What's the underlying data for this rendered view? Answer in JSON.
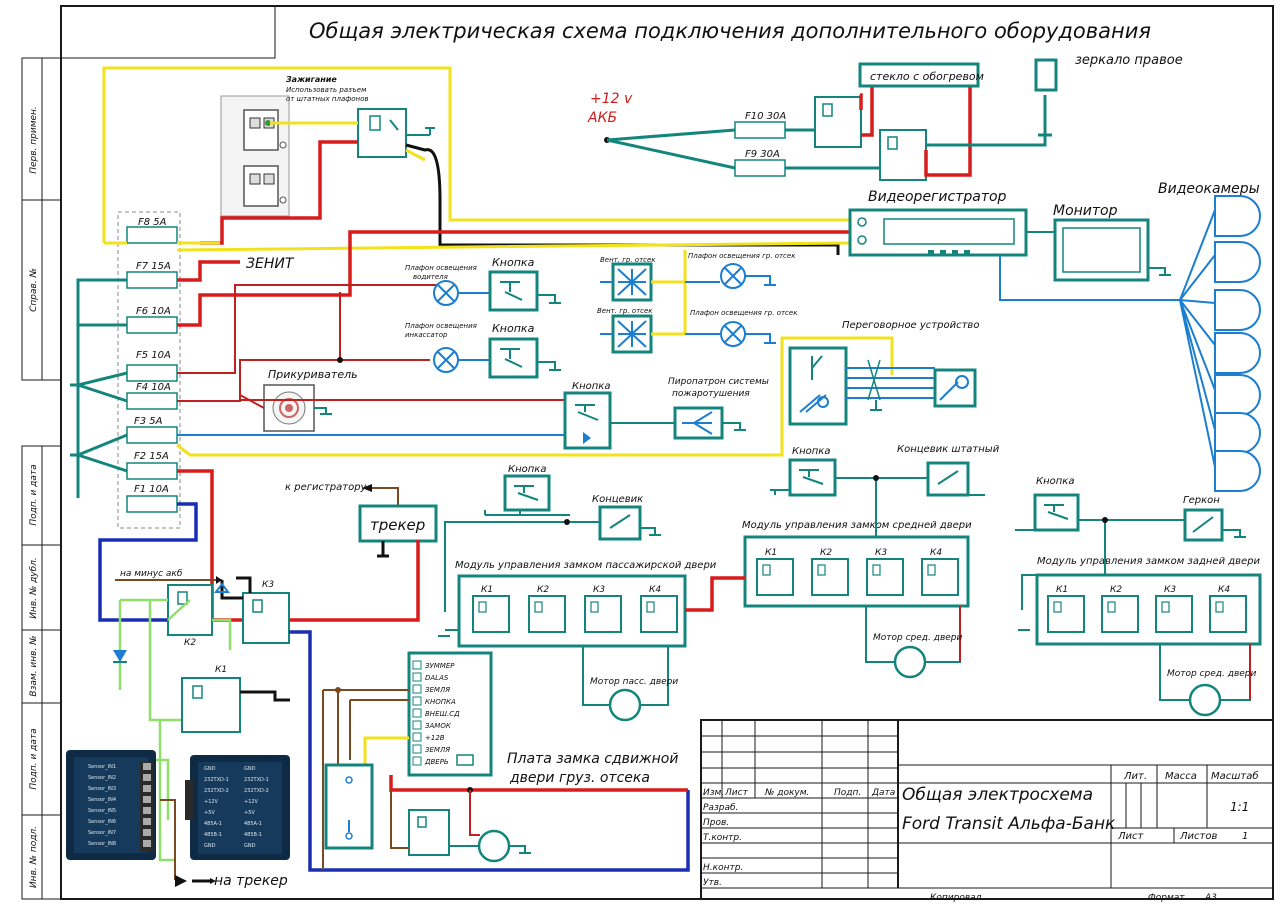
{
  "title": "Общая электрическая схема подключения дополнительного оборудования",
  "side_labels": [
    "Перв. примен.",
    "Справ. №",
    "Подп. и дата",
    "Инв. № дубл.",
    "Взам. инв. №",
    "Подп. и дата",
    "Инв. № подл."
  ],
  "fuses": [
    {
      "id": "F8",
      "label": "F8 5A"
    },
    {
      "id": "F7",
      "label": "F7 15A"
    },
    {
      "id": "F6",
      "label": "F6 10A"
    },
    {
      "id": "F5",
      "label": "F5 10A"
    },
    {
      "id": "F4",
      "label": "F4 10A"
    },
    {
      "id": "F3",
      "label": "F3 5A"
    },
    {
      "id": "F2",
      "label": "F2 15A"
    },
    {
      "id": "F1",
      "label": "F1 10A"
    }
  ],
  "ignition": {
    "title": "Зажигание",
    "subtitle_1": "Использовать разъем",
    "subtitle_2": "от штатных плафонов"
  },
  "zenit": "ЗЕНИТ",
  "battery": {
    "line1": "+12 v",
    "line2": "АКБ"
  },
  "top_fuses": [
    "F10 30A",
    "F9 30A"
  ],
  "heated_glass": "стекло с обогревом",
  "mirror": "зеркало правое",
  "videoreg": "Видеорегистратор",
  "monitor": "Монитор",
  "cameras": "Видеокамеры",
  "lamps": {
    "driver": [
      "Плафон освещения",
      "водителя"
    ],
    "collector": [
      "Плафон освещения",
      "инкассатор"
    ],
    "cargo_1": "Плафон освещения гр. отсек",
    "cargo_2": "Плафон освещения гр. отсек"
  },
  "fans": {
    "fan1": "Вент. гр. отсек",
    "fan2": "Вент. гр. отсек"
  },
  "buttons": {
    "b1": "Кнопка",
    "b2": "Кнопка",
    "b3": "Кнопка",
    "b4": "Кнопка",
    "b5": "Кнопка",
    "b6": "Кнопка"
  },
  "cigarette": "Прикуриватель",
  "pyro": [
    "Пиропатрон системы",
    "пожаротушения"
  ],
  "intercom": "Переговорное устройство",
  "limit_switch": "Концевик",
  "limit_switch_std": "Концевик штатный",
  "reed": "Геркон",
  "to_registrator": "к регистратору",
  "tracker": "трекер",
  "to_minus": "на минус акб",
  "to_tracker": "на трекер",
  "relay_labels": {
    "k2": "К2",
    "k3": "К3",
    "k1": "К1"
  },
  "modules": {
    "pass": "Модуль управления замком пассажирской двери",
    "mid": "Модуль управления замком средней двери",
    "rear": "Модуль управления замком задней двери",
    "relays": [
      "К1",
      "К2",
      "К3",
      "К4"
    ]
  },
  "motors": {
    "pass": "Мотор пасс. двери",
    "mid": "Мотор сред. двери",
    "rear": "Мотор сред. двери"
  },
  "board": {
    "title_1": "Плата замка сдвижной",
    "title_2": "двери груз. отсека",
    "pins": [
      "ЗУММЕР",
      "DALAS",
      "ЗЕМЛЯ",
      "КНОПКА",
      "ВНЕШ.СД",
      "ЗАМОК",
      "+12В",
      "ЗЕМЛЯ",
      "ДВЕРЬ"
    ]
  },
  "modules_photo": {
    "left_rows": [
      "Sensor_IN1",
      "Sensor_IN2",
      "Sensor_IN3",
      "Sensor_IN4",
      "Sensor_IN5",
      "Sensor_IN6",
      "Sensor_IN7",
      "Sensor_IN8"
    ],
    "right_rows": [
      "GND",
      "232TXD-1",
      "232TXD-2",
      "+12V",
      "+5V",
      "485A-1",
      "485B-1",
      "GND"
    ]
  },
  "stamp": {
    "title_1": "Общая электросхема",
    "title_2": "Ford Transit Альфа-Банк",
    "izm": "Изм.",
    "list": "Лист",
    "ndoc": "№ докум.",
    "podp": "Подп.",
    "data": "Дата",
    "razrab": "Разраб.",
    "prov": "Пров.",
    "tkontr": "Т.контр.",
    "nkontr": "Н.контр.",
    "utv": "Утв.",
    "lit": "Лит.",
    "massa": "Масса",
    "masshtab": "Масштаб",
    "scale": "1:1",
    "sheet": "Лист",
    "sheets": "Листов",
    "sheets_val": "1",
    "copied": "Копировал",
    "format": "Формат",
    "format_val": "А3"
  }
}
